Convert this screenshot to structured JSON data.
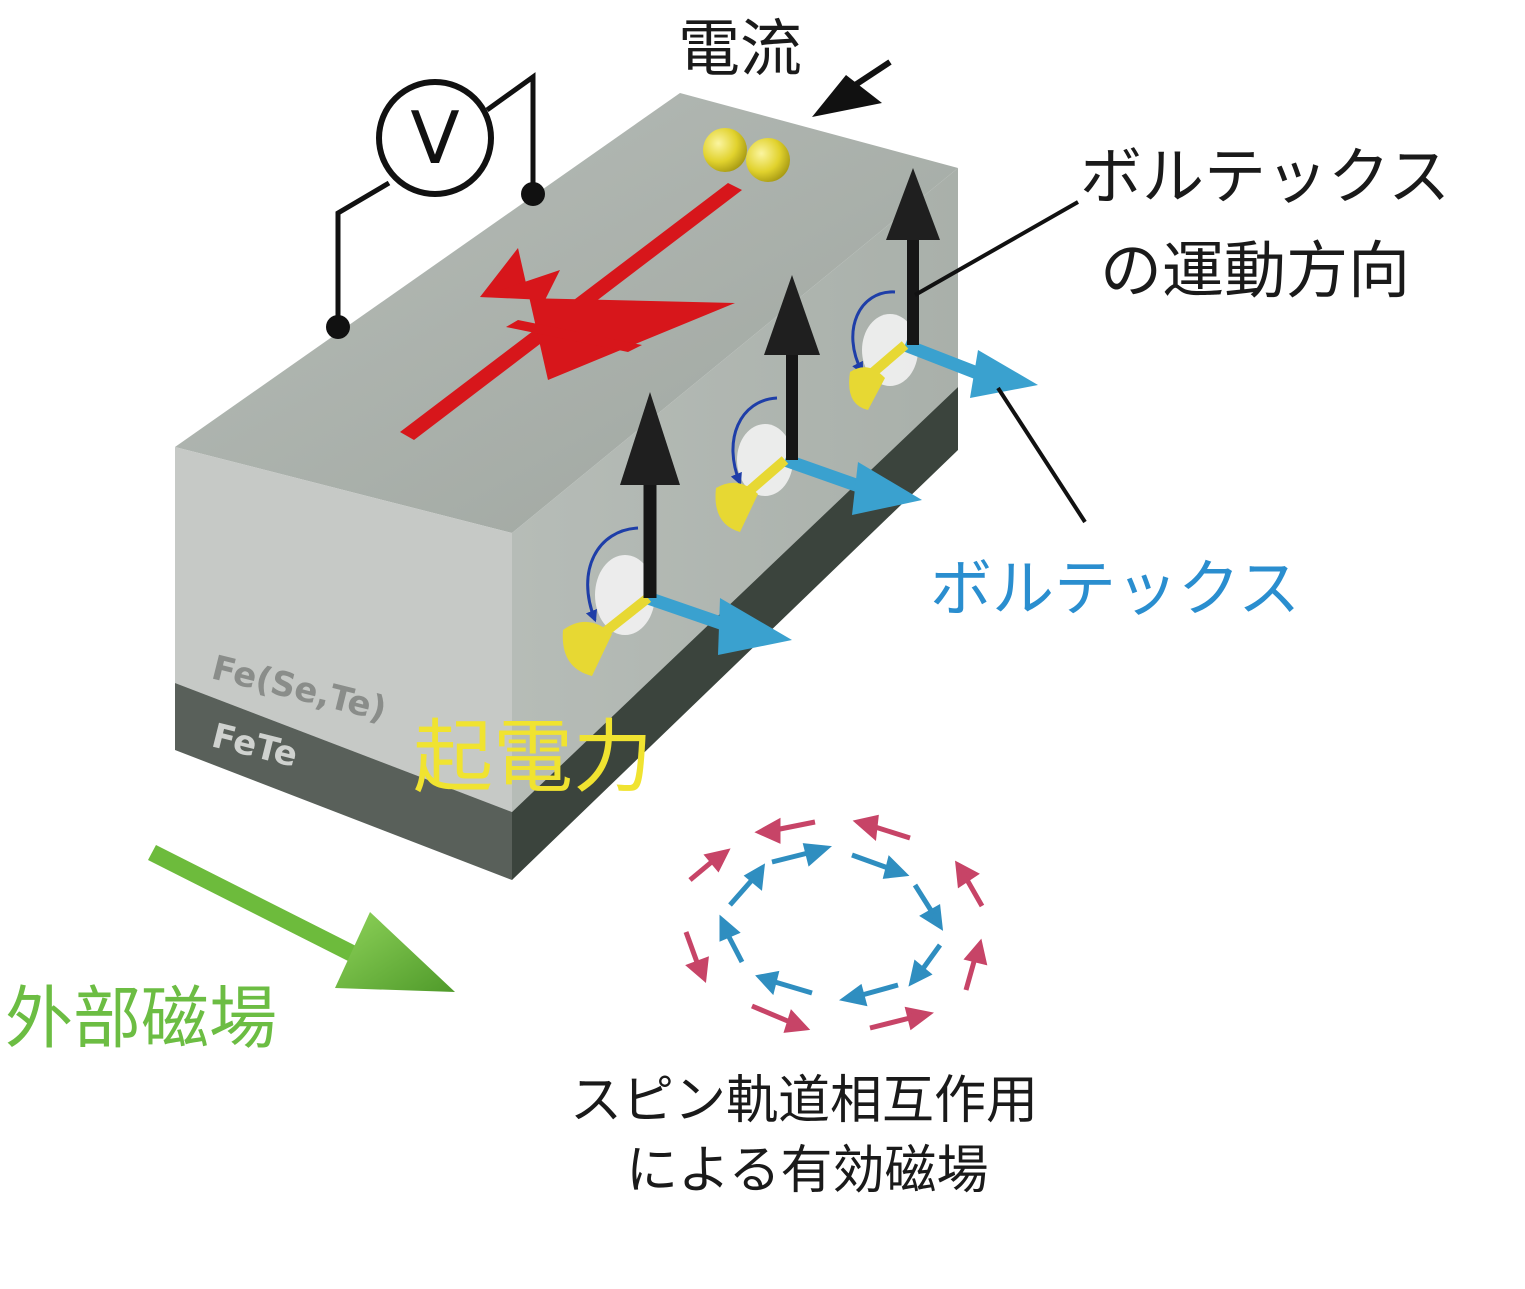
{
  "labels": {
    "current": "電流",
    "vortex_motion_line1": "ボルテックス",
    "vortex_motion_line2": "の運動方向",
    "vortex": "ボルテックス",
    "emf": "起電力",
    "external_field": "外部磁場",
    "soc_line1": "スピン軌道相互作用",
    "soc_line2": "による有効磁場",
    "voltmeter": "V",
    "layer_top": "Fe(Se,Te)",
    "layer_bottom": "FeTe"
  },
  "colors": {
    "top_face": "#a7aea8",
    "front_face": "#c6c9c6",
    "side_face": "#b3b9b4",
    "fete_front": "#5b625c",
    "fete_side": "#3d463f",
    "diode_red": "#d7161b",
    "spin_black": "#161616",
    "vortex_blue": "#3aa1cf",
    "emf_yellow": "#e7d833",
    "field_green": "#6dbb3c",
    "soc_red": "#c74467",
    "soc_blue": "#2f8ec0",
    "text_black": "#1a1a1a",
    "text_blue": "#2a8ecf",
    "text_yellow": "#f0e330",
    "text_green": "#6cbd43"
  },
  "icons": {
    "voltmeter": "voltmeter-icon",
    "diode": "diode-icon",
    "electron": "electron-pair-icon"
  }
}
